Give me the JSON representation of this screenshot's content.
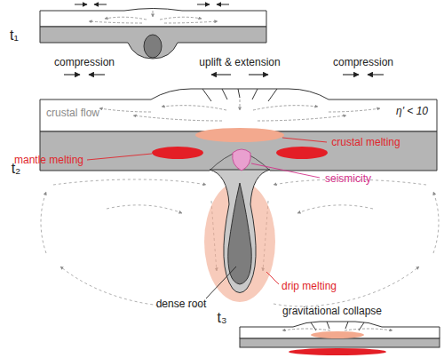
{
  "diagram": {
    "labels": [
      "t₁",
      "compression",
      "uplift & extension",
      "compression",
      "crustal flow",
      "η' < 10",
      "t₂",
      "crustal melting",
      "mantle melting",
      "seismicity",
      "dense root",
      "drip melting",
      "gravitational collapse",
      "t₃"
    ]
  }
}
